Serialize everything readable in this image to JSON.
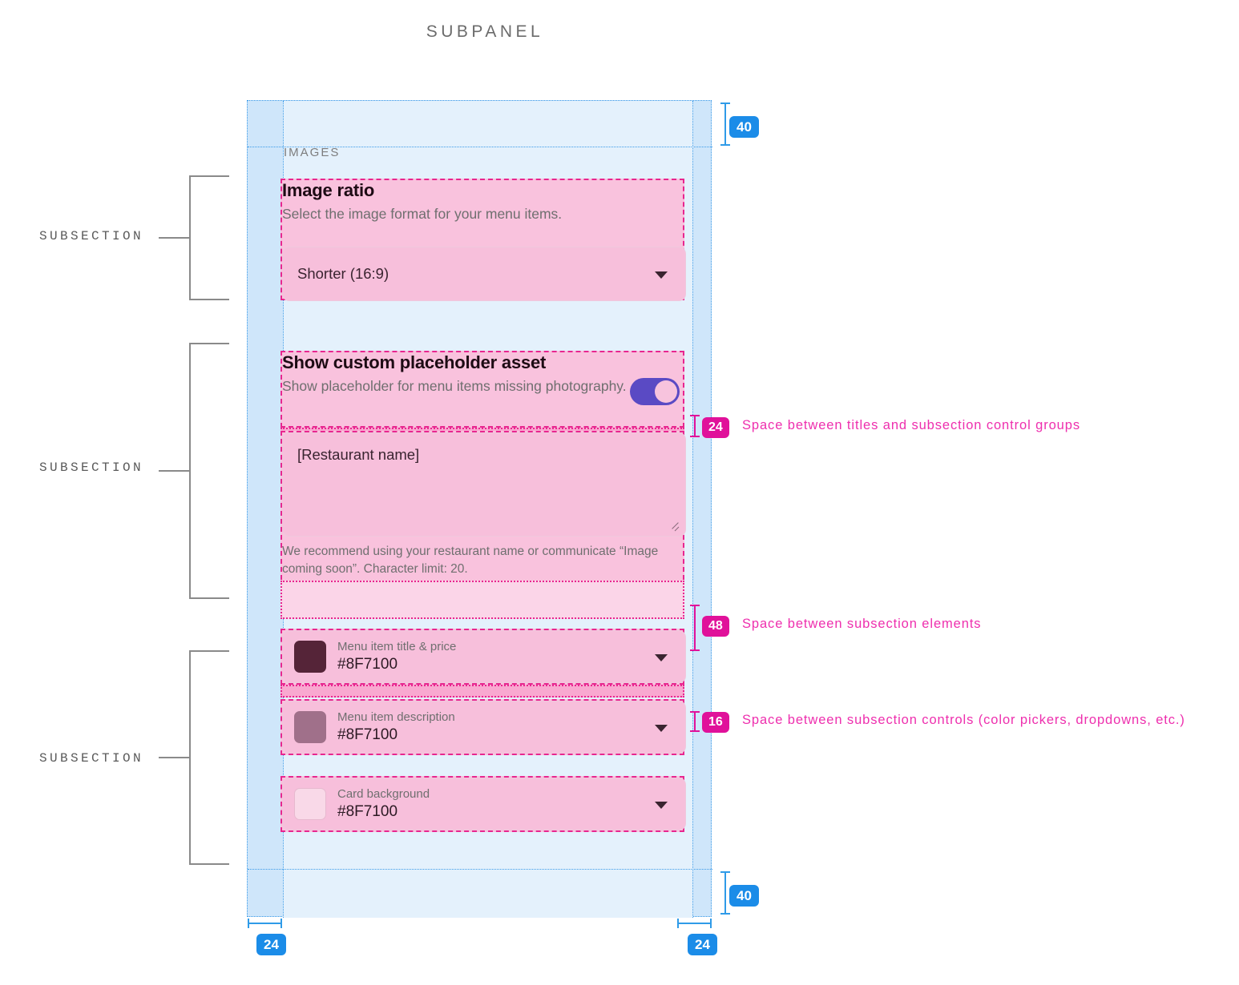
{
  "page": {
    "title": "SUBPANEL"
  },
  "panel": {
    "section_label": "IMAGES",
    "subsection_label": "SUBSECTION",
    "groups": [
      {
        "title": "Image ratio",
        "description": "Select the image format for your menu items.",
        "dropdown_value": "Shorter (16:9)"
      },
      {
        "title": "Show custom placeholder asset",
        "description": "Show placeholder for menu items missing photography.",
        "toggle_state": "on",
        "textarea_value": "[Restaurant name]",
        "helper": "We recommend using your restaurant name or communicate “Image coming soon”. Character limit: 20."
      }
    ],
    "color_pickers": [
      {
        "label": "Menu item title & price",
        "value": "#8F7100",
        "swatch": "#552438"
      },
      {
        "label": "Menu item description",
        "value": "#8F7100",
        "swatch": "#a0708a"
      },
      {
        "label": "Card background",
        "value": "#8F7100",
        "swatch": "#f9d9e8"
      }
    ]
  },
  "measurements": {
    "pad_top": "40",
    "pad_bottom": "40",
    "pad_left": "24",
    "pad_right": "24",
    "title_to_controls": "24",
    "between_elements": "48",
    "between_controls": "16"
  },
  "notes": {
    "titles_to_groups": "Space between titles and subsection control groups",
    "subsection_elements": "Space between subsection elements",
    "subsection_controls": "Space between subsection controls (color pickers, dropdowns, etc.)"
  },
  "colors": {
    "blue_badge": "#1b8ce8",
    "magenta_badge": "#e0119a",
    "pink_overlay": "#f9c2dd",
    "toggle_on": "#5a4ac4"
  }
}
